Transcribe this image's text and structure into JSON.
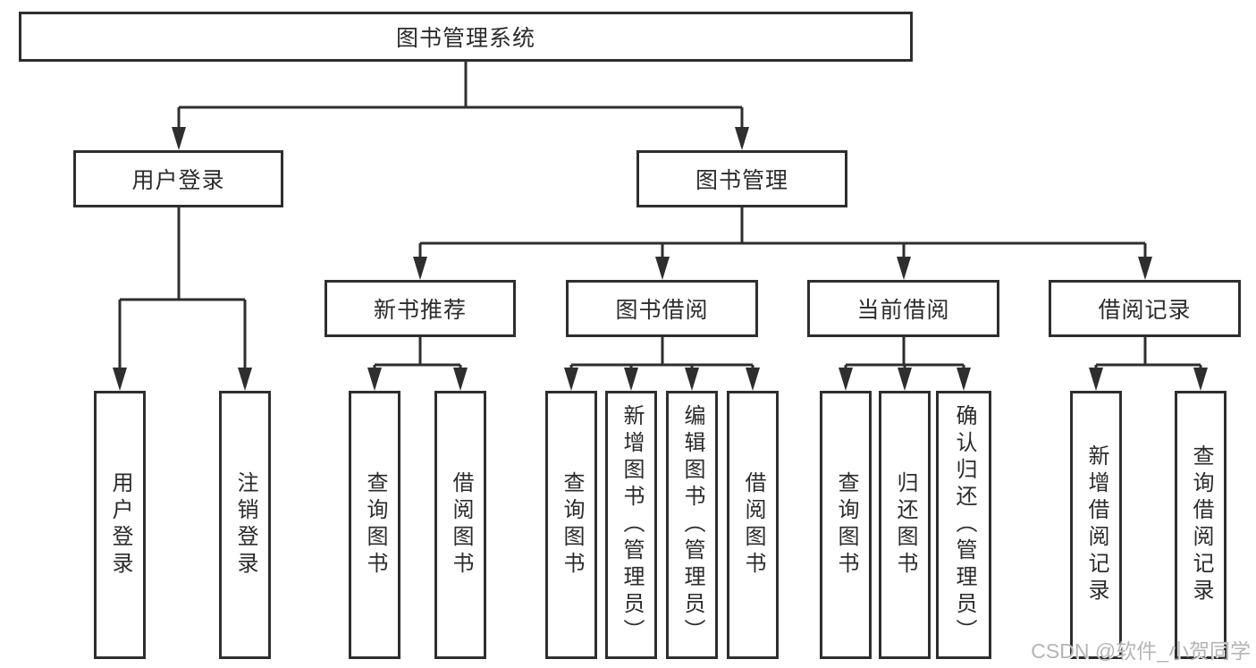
{
  "tree": {
    "root": "图书管理系统",
    "children": [
      {
        "label": "用户登录",
        "children": [
          "用户登录",
          "注销登录"
        ]
      },
      {
        "label": "图书管理",
        "children": [
          {
            "label": "新书推荐",
            "children": [
              "查询图书",
              "借阅图书"
            ]
          },
          {
            "label": "图书借阅",
            "children": [
              "查询图书",
              "新增图书（管理员）",
              "编辑图书（管理员）",
              "借阅图书"
            ]
          },
          {
            "label": "当前借阅",
            "children": [
              "查询图书",
              "归还图书",
              "确认归还（管理员）"
            ]
          },
          {
            "label": "借阅记录",
            "children": [
              "新增借阅记录",
              "查询借阅记录"
            ]
          }
        ]
      }
    ]
  },
  "watermark": {
    "text": "CSDN @软件_小贺同学"
  },
  "colors": {
    "line": "#2e2e2e",
    "text": "#2b2b2b",
    "watermark": "#b5b5b5",
    "background": "#ffffff"
  }
}
